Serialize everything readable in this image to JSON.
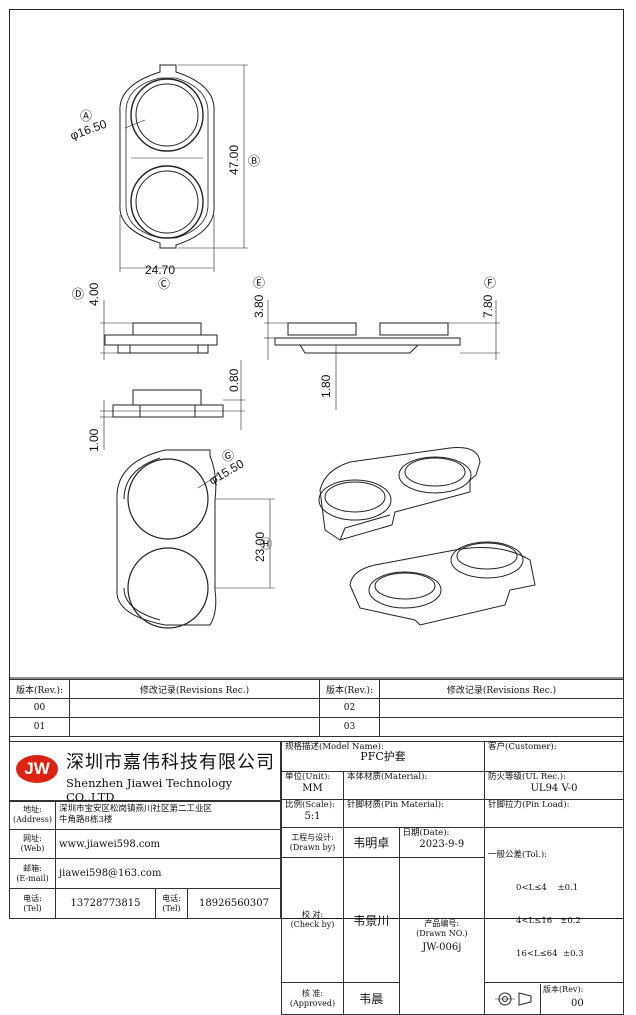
{
  "dims": {
    "A": "Ⓐ",
    "B": "Ⓑ",
    "C": "Ⓒ",
    "D": "Ⓓ",
    "E": "Ⓔ",
    "F": "Ⓕ",
    "G": "Ⓖ",
    "H": "Ⓗ",
    "d16_50": "φ16.50",
    "h47": "47.00",
    "w24_70": "24.70",
    "h4": "4.00",
    "h3_80": "3.80",
    "h7_80": "7.80",
    "h1_80": "1.80",
    "h0_80": "0.80",
    "h1_00": "1.00",
    "d15_50": "φ15.50",
    "h23": "23.00"
  },
  "revisions": {
    "rev_label": "版本(Rev.):",
    "rec_label": "修改记录(Revisions Rec.)",
    "rev1": "00",
    "rev2": "01",
    "rev3": "02",
    "rev4": "03"
  },
  "company": {
    "logo": "JW",
    "name_cn": "深圳市嘉伟科技有限公司",
    "name_en": "Shenzhen Jiawei Technology CO.,LTD",
    "addr_label": "地址:",
    "addr_label_en": "(Address)",
    "addr_line1": "深圳市宝安区松岗镇燕川社区第二工业区",
    "addr_line2": "牛角路8栋3楼",
    "web_label": "网址:",
    "web_label_en": "(Web)",
    "web": "www.jiawei598.com",
    "mail_label": "邮箱:",
    "mail_label_en": "(E-mail)",
    "mail": "jiawei598@163.com",
    "tel_label": "电话:",
    "tel_label_en": "(Tel)",
    "tel1": "13728773815",
    "tel2_label": "电话:",
    "tel2_label_en": "(Tel)",
    "tel2": "18926560307"
  },
  "spec": {
    "model_label": "规格描述(Model Name):",
    "model": "PFC护套",
    "customer_label": "客户(Customer):",
    "unit_label": "单位(Unit):",
    "unit": "MM",
    "material_label": "本体材质(Material):",
    "flame_label": "防火等级(UL Rec.):",
    "flame": "UL94 V-0",
    "scale_label": "比例(Scale):",
    "scale": "5:1",
    "pin_material_label": "针脚材质(Pin Material):",
    "pin_load_label": "针脚拉力(Pin Load):",
    "drawn_label": "工程与设计:",
    "drawn_label_en": "(Drawn by)",
    "drawn": "韦明卓",
    "date_label": "日期(Date):",
    "date": "2023-9-9",
    "tol_label": "一般公差(Tol.):",
    "tol1": "0<L≤4    ±0.1",
    "tol2": "4<L≤16   ±0.2",
    "tol3": "16<L≤64  ±0.3",
    "check_label": "校  对:",
    "check_label_en": "(Check by)",
    "check": "韦景川",
    "drawn_no_label": "产品编号:",
    "drawn_no_label_en": "(Drawn NO.)",
    "drawn_no": "JW-006j",
    "approve_label": "核  准:",
    "approve_label_en": "(Approved)",
    "approve": "韦晨",
    "rev_label": "版本(Rev):",
    "rev": "00"
  }
}
